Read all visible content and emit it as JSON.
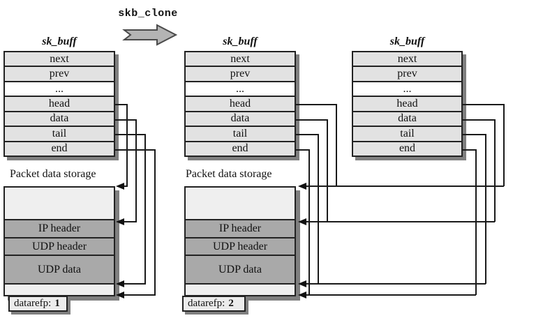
{
  "clone": {
    "label": "skb_clone"
  },
  "skbuff": {
    "title": "sk_buff",
    "rows": [
      "next",
      "prev",
      "...",
      "head",
      "data",
      "tail",
      "end"
    ]
  },
  "storage": {
    "label": "Packet data storage",
    "bands": [
      "IP header",
      "UDP header",
      "UDP data"
    ]
  },
  "instances": {
    "left": {
      "dataref_label": "datarefp:",
      "dataref_value": "1"
    },
    "middle": {
      "dataref_label": "datarefp:",
      "dataref_value": "2"
    }
  },
  "colors": {
    "row_fill": "#e2e2e2",
    "band_dark": "#a9a9a9",
    "band_light": "#efefef",
    "shadow": "#7f7f7f",
    "border": "#222222",
    "pointer_line": "#1a1a1a",
    "clone_arrow_fill": "#b4b4b4",
    "clone_arrow_stroke": "#4a4a4a"
  }
}
